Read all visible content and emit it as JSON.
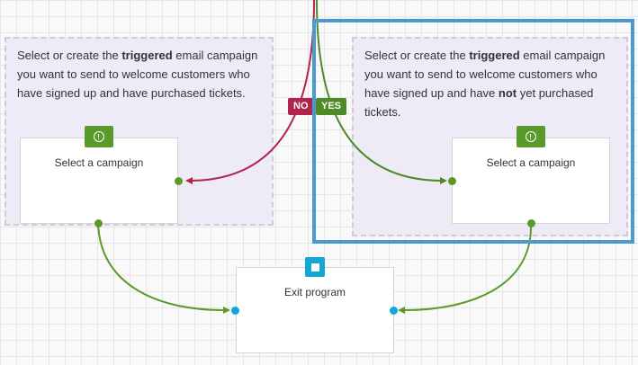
{
  "groups": {
    "left": {
      "prefix": "Select or create the ",
      "strong": "triggered",
      "suffix": " email campaign you want to send to welcome customers who have signed up and have purchased tickets."
    },
    "right": {
      "prefix": "Select or create the ",
      "strong": "triggered",
      "middle": " email campaign you want to send to welcome customers who have signed up and have ",
      "strong2": "not",
      "suffix": " yet purchased tickets."
    }
  },
  "nodes": {
    "left_campaign": {
      "label": "Select a campaign"
    },
    "right_campaign": {
      "label": "Select a campaign"
    },
    "exit": {
      "label": "Exit program"
    }
  },
  "decision": {
    "no_label": "NO",
    "yes_label": "YES"
  },
  "colors": {
    "no_branch": "#b0244d",
    "yes_branch": "#4e8a25",
    "flow": "#5a9a2a",
    "port_in": "#12a6d6",
    "selection": "#4a9ad0"
  },
  "icons": {
    "campaign_badge": "warning-circle-icon",
    "exit_badge": "stop-icon"
  }
}
